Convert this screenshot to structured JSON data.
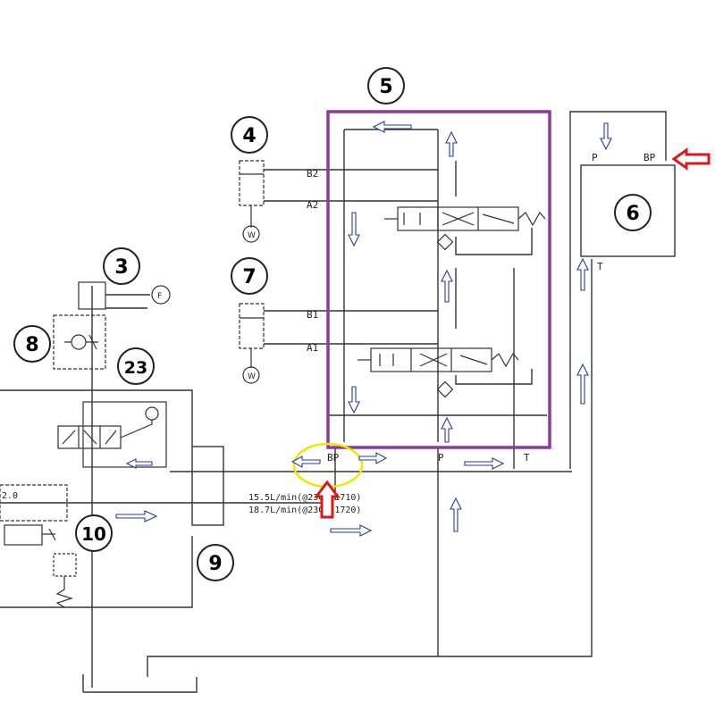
{
  "components": {
    "c3": "3",
    "c4": "4",
    "c5": "5",
    "c6": "6",
    "c7": "7",
    "c8": "8",
    "c9": "9",
    "c10": "10",
    "c23": "23"
  },
  "ports": {
    "b2": "B2",
    "a2": "A2",
    "b1": "B1",
    "a1": "A1",
    "p_valve": "P",
    "bp_valve": "BP",
    "t_valve": "T",
    "p_block6": "P",
    "bp_block6": "BP",
    "t_block6": "T"
  },
  "gauges": {
    "f": "F",
    "w_upper": "W",
    "w_lower": "W"
  },
  "flow": {
    "line1": "15.5L/min(@2300/1710)",
    "line2": "18.7L/min(@2300/1720)"
  },
  "relief": {
    "setting": "2.0"
  },
  "colors": {
    "line": "#333333",
    "highlight_box": "#8b3a9c",
    "highlight_circle": "#f2e600",
    "red_arrow": "#d41a1a",
    "flow_arrow": "#2a3aa0"
  }
}
